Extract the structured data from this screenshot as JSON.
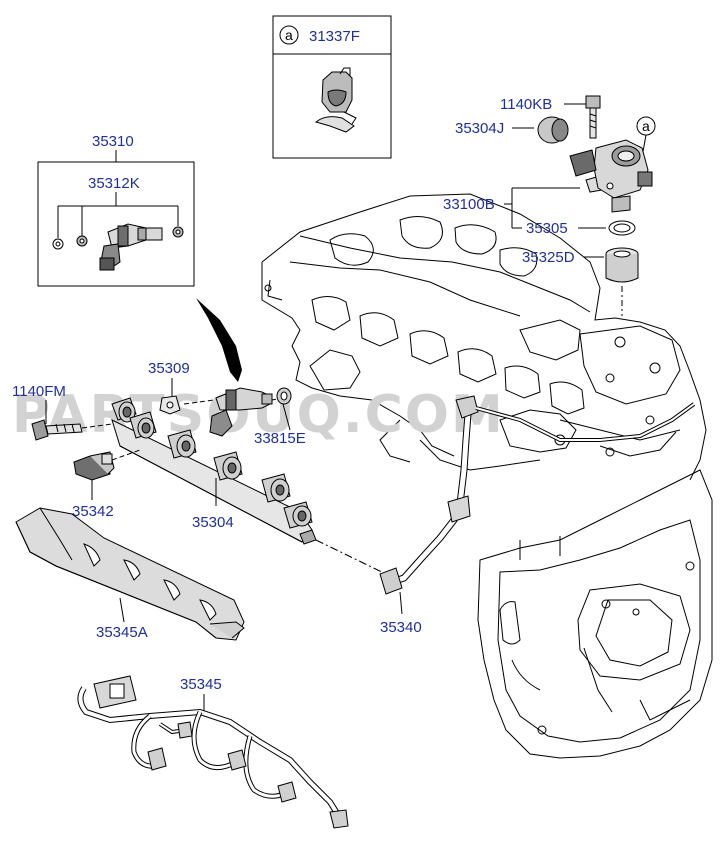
{
  "watermark": "PARTSOUQ.COM",
  "labels": {
    "p31337F": "31337F",
    "circle_a_box": "a",
    "circle_a_pump": "a",
    "p1140KB": "1140KB",
    "p35304J": "35304J",
    "p33100B": "33100B",
    "p35305": "35305",
    "p35325D": "35325D",
    "p35310": "35310",
    "p35312K": "35312K",
    "p35309": "35309",
    "p1140FM": "1140FM",
    "p33815E": "33815E",
    "p35342": "35342",
    "p35304": "35304",
    "p35345A": "35345A",
    "p35340": "35340",
    "p35345": "35345"
  },
  "colors": {
    "label": "#1f2f9f",
    "line": "#000000",
    "watermark": "#d2d2d2",
    "part_fill": "#9a9a9a"
  }
}
